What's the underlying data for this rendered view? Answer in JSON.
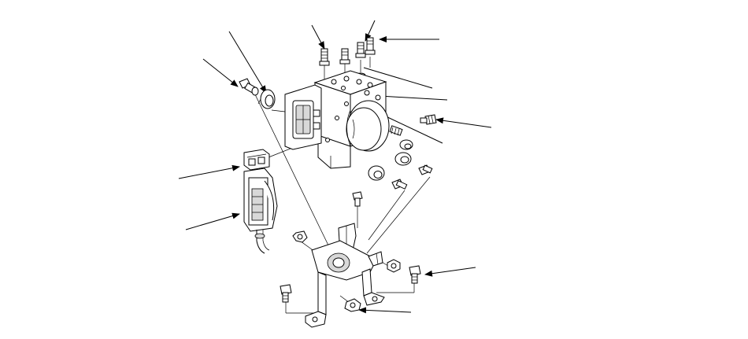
{
  "figure": {
    "background": "#ffffff",
    "stroke": "#000000",
    "parts": [
      "abs-modulator-unit",
      "harness-connector",
      "mounting-bracket",
      "brake-line-fittings",
      "mounting-bolts",
      "mounting-nuts",
      "rubber-bushings"
    ]
  }
}
